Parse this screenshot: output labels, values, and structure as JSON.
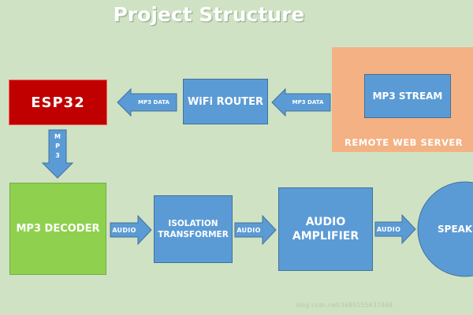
{
  "title": "Project Structure",
  "blocks": {
    "esp32": "ESP32",
    "wifi_router": "WiFi ROUTER",
    "mp3_stream": "MP3 STREAM",
    "remote_server": "REMOTE WEB SERVER",
    "mp3_decoder": "MP3 DECODER",
    "isolation_transformer": "ISOLATION TRANSFORMER",
    "audio_amplifier": "AUDIO AMPLIFIER",
    "speaker": "SPEAKER"
  },
  "arrows": {
    "router_to_esp": "MP3 DATA",
    "server_to_router": "MP3 DATA",
    "esp_to_decoder": [
      "M",
      "P",
      "3"
    ],
    "decoder_to_transformer": "AUDIO",
    "transformer_to_amplifier": "AUDIO",
    "amplifier_to_speaker": "AUDIO"
  },
  "colors": {
    "background": "#cfe2c3",
    "blue": "#5b9bd5",
    "esp32_red": "#c00000",
    "decoder_green": "#8fd14f",
    "server_orange": "#f4b183"
  },
  "watermark": "blog.csdn.net/3685155637468"
}
